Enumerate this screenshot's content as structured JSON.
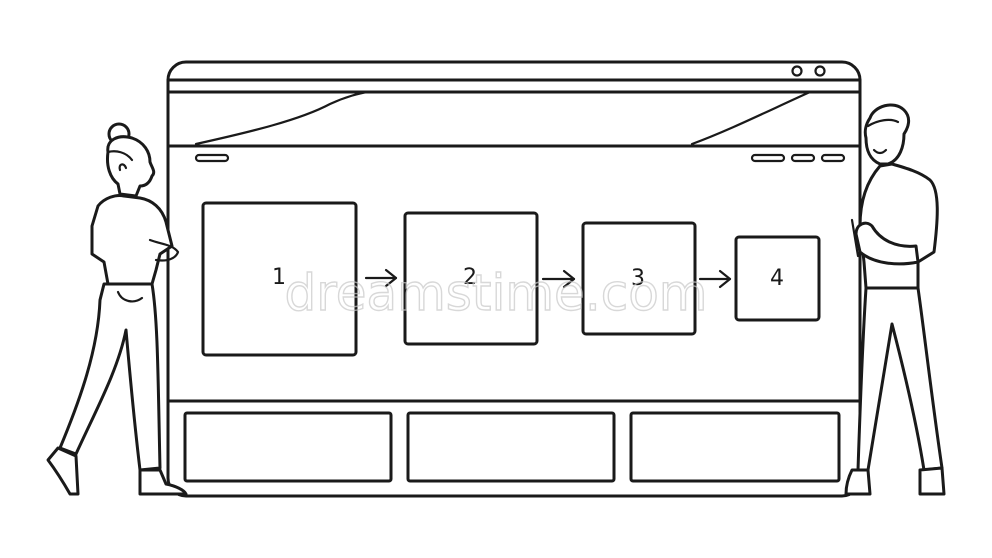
{
  "watermark": "dreamstime.com",
  "steps": [
    {
      "label": "1"
    },
    {
      "label": "2"
    },
    {
      "label": "3"
    },
    {
      "label": "4"
    }
  ],
  "browser": {
    "controls": [
      "circle-button",
      "circle-button"
    ],
    "menu_items": [
      "menu-line",
      "menu-line",
      "menu-line"
    ]
  },
  "colors": {
    "line": "#1a1a1a",
    "background": "#ffffff",
    "watermark": "#c8c8c8"
  }
}
